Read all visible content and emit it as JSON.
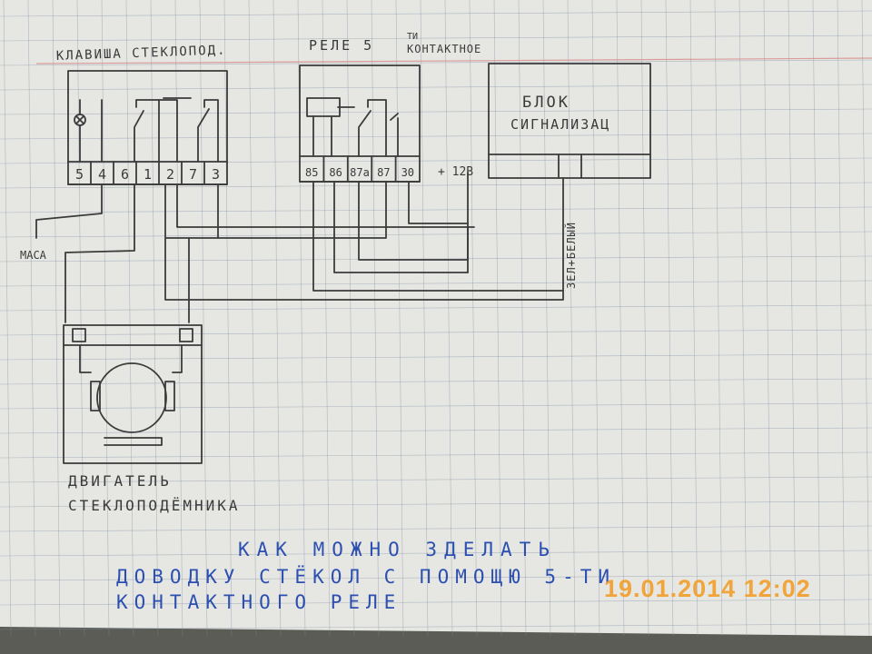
{
  "colors": {
    "paper": "#e6e7e2",
    "grid": "#7d8ca4",
    "ink": "#3b3b3b",
    "blue_ink": "#2c4fb0",
    "stamp": "#f0a43a",
    "margin_line": "#d98a8a"
  },
  "switch": {
    "title": "КЛАВИША СТЕКЛОПОД.",
    "pins": [
      "5",
      "4",
      "6",
      "1",
      "2",
      "7",
      "3"
    ]
  },
  "relay": {
    "title_prefix": "РЕЛЕ 5",
    "title_superscript": "ТИ",
    "title_suffix": "КОНТАКТНОЕ",
    "pins": [
      "85",
      "86",
      "87а",
      "87",
      "30"
    ],
    "power_label": "+ 12В"
  },
  "alarm": {
    "line1": "БЛОК",
    "line2": "СИГНАЛИЗАЦ",
    "wire_label": "ЗЕЛ+БЕЛЫЙ"
  },
  "ground_label": "МАСА",
  "motor": {
    "line1": "ДВИГАТЕЛЬ",
    "line2": "СТЕКЛОПОДЁМНИКА"
  },
  "caption": {
    "line1": "КАК МОЖНО ЗДЕЛАТЬ",
    "line2": "ДОВОДКУ СТЁКОЛ С ПОМОЩЮ 5-ТИ",
    "line3": "КОНТАКТНОГО РЕЛЕ"
  },
  "timestamp": "19.01.2014 12:02"
}
